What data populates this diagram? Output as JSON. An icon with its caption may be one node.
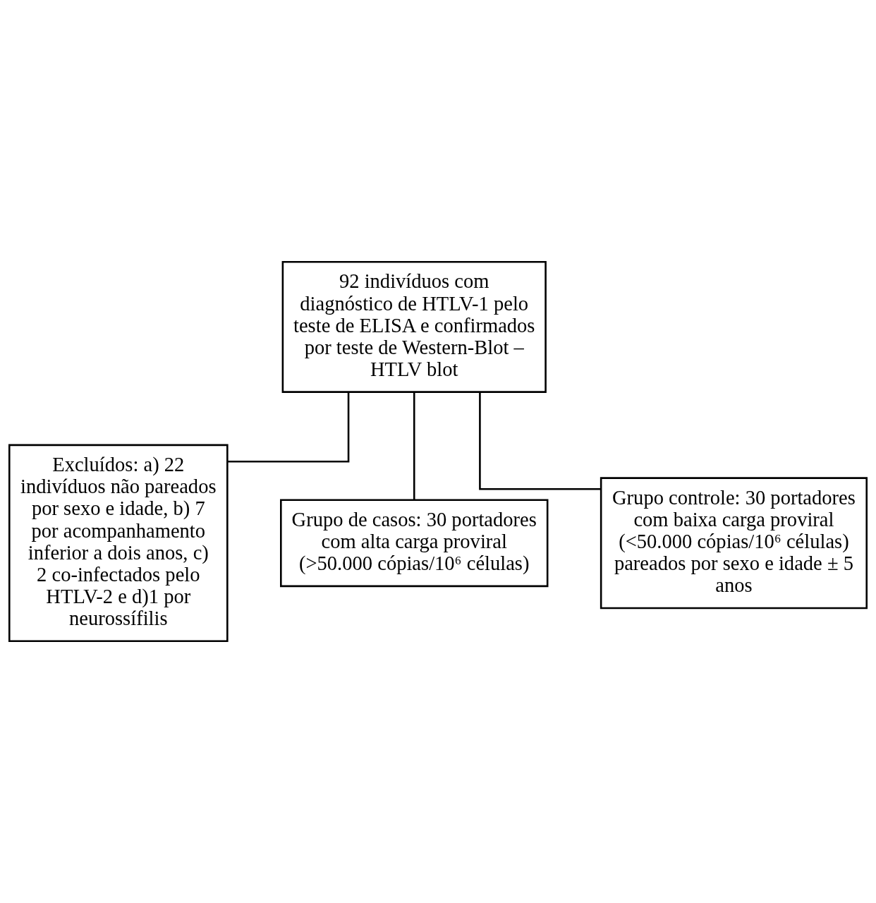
{
  "diagram": {
    "nodes": [
      {
        "text": [
          "92 indivíduos com diagnóstico de HTLV-1 pelo teste de ELISA e confirmados por teste de Western-Blot – HTLV blot"
        ]
      },
      {
        "text": [
          "Excluídos: a) 22 indivíduos não pareados por sexo e idade, b) 7 por acompanhamento inferior a dois anos, c) 2 co-infectados pelo HTLV-2 e d)1 por neurossífilis"
        ]
      },
      {
        "text": [
          "Grupo de casos: 30 portadores com alta carga proviral (>50.000 cópias/10⁶ células)"
        ]
      },
      {
        "text": [
          "Grupo controle: 30 portadores com baixa carga proviral (<50.000 cópias/10⁶ células) pareados por sexo e idade ± 5 anos"
        ]
      }
    ],
    "edges": [
      {
        "from": 0,
        "to": 1,
        "arrow": "none"
      },
      {
        "from": 0,
        "to": 2,
        "arrow": "none"
      },
      {
        "from": 0,
        "to": 3,
        "arrow": "none"
      }
    ]
  }
}
